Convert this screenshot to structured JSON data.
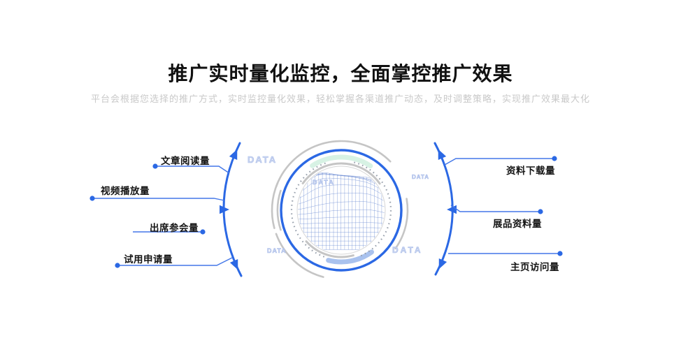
{
  "hero": {
    "title": "推广实时量化监控，全面掌控推广效果",
    "subtitle": "平台会根据您选择的推广方式，实时监控量化效果，轻松掌握各渠道推广动态，及时调整策略，实现推广效果最大化"
  },
  "metrics": {
    "left": [
      {
        "label": "文章阅读量"
      },
      {
        "label": "视频播放量"
      },
      {
        "label": "出席参会量"
      },
      {
        "label": "试用申请量"
      }
    ],
    "right": [
      {
        "label": "资料下载量"
      },
      {
        "label": "展品资料量"
      },
      {
        "label": "主页访问量"
      }
    ]
  },
  "center": {
    "watermarks": [
      "DATA",
      "DATA",
      "DATA",
      "DATA",
      "DATA"
    ]
  },
  "colors": {
    "accent_blue": "#2B68E4",
    "connector_blue": "#4377E8",
    "mint_arc": "#D7F2E4",
    "highlight_arc": "#A9C2EE",
    "gray_arc": "#C5C5C5",
    "watermark_blue": "#CCD6F0",
    "title_text": "#111111",
    "subtitle_text": "#C9C9C9"
  }
}
